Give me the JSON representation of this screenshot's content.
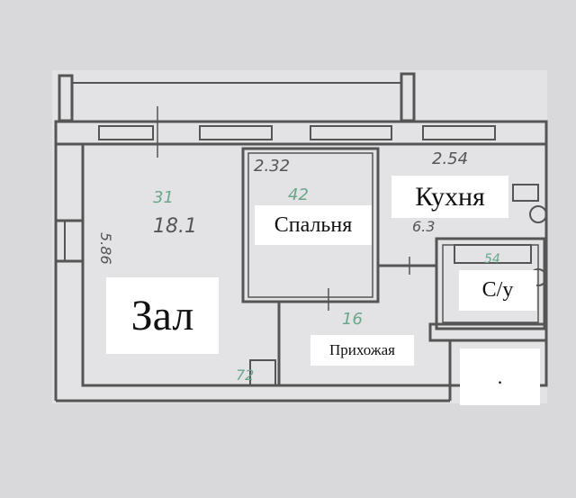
{
  "rooms": {
    "hall": "Зал",
    "bedroom": "Спальня",
    "kitchen": "Кухня",
    "bathroom": "С/у",
    "entry": "Прихожая",
    "other": "."
  },
  "annotations": {
    "bedroom_width": "2.32",
    "kitchen_width": "2.54",
    "hall_number": "31",
    "hall_area": "18.1",
    "bedroom_number": "42",
    "kitchen_area": "6.3",
    "bath_number": "54",
    "entry_number": "16",
    "closet_number": "72",
    "hall_length": "5.86"
  },
  "colors": {
    "background": "#d9d8db",
    "plan": "#e3e2e5",
    "wall": "#555555",
    "label_bg": "#ffffff"
  }
}
